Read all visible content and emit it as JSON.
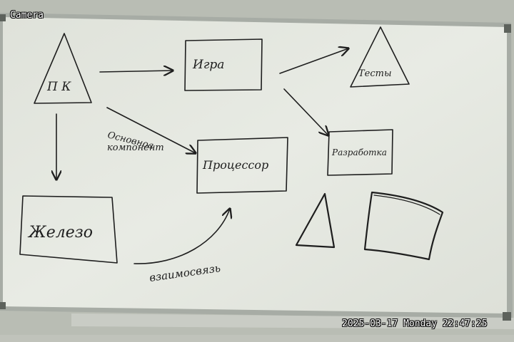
{
  "camera": {
    "label": "Camera",
    "timestamp": "2025-03-17 Monday 22:47:25"
  },
  "whiteboard": {
    "labels": {
      "pc": "П К",
      "game": "Игра",
      "tests": "Тесты",
      "development": "Разработка",
      "processor": "Процессор",
      "hardware": "Железо",
      "main_component_line1": "Основноа",
      "main_component_line2": "компонент",
      "interaction": "взаимосвязь"
    }
  },
  "colors": {
    "board": "#e4e7e0",
    "frame": "#9aa09a",
    "wall": "#b9bdb4",
    "marker": "#1e1e1e"
  }
}
